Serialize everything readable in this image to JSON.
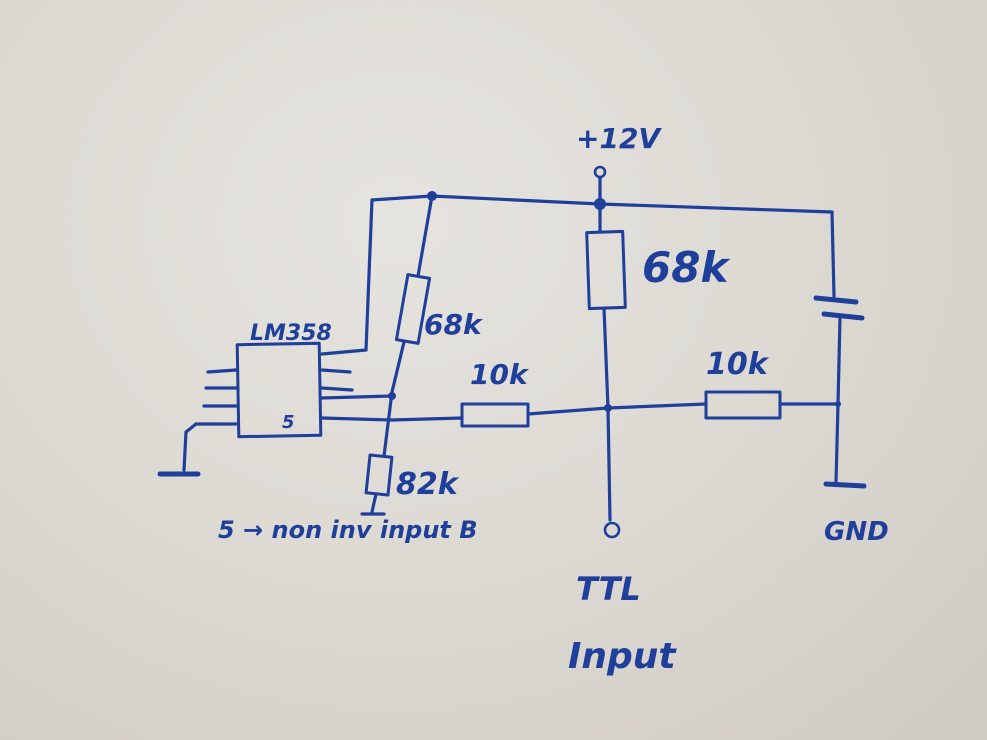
{
  "labels": {
    "supply": "+12V",
    "ic": "LM358",
    "pin": "5",
    "r_top_right": "68k",
    "r_top_left": "68k",
    "r_mid_left": "10k",
    "r_mid_right": "10k",
    "r_bottom_left": "82k",
    "note": "5 → non inv input B",
    "gnd": "GND",
    "ttl_line1": "TTL",
    "ttl_line2": "Input"
  },
  "colors": {
    "ink": "#1f3f9a",
    "paper": "#dddad4"
  }
}
